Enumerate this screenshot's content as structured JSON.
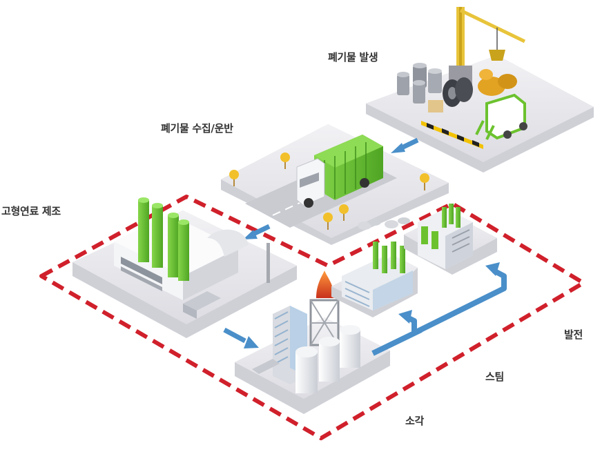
{
  "labels": {
    "waste_generation": "폐기물 발생",
    "collection_transport": "폐기물 수집/운반",
    "srf_manufacturing": "고형연료 제조",
    "power_generation": "발전",
    "steam": "스팀",
    "incineration": "소각"
  },
  "colors": {
    "boundary_dashed": "#d0202b",
    "flow_arrow": "#4a8fc9",
    "plant_green": "#6cc22e",
    "platform": "#e9e9ec",
    "text": "#333333"
  },
  "icons": [
    "crane-icon",
    "drum-barrels-icon",
    "tire-stack-icon",
    "forklift-icon",
    "garbage-truck-icon",
    "tree-icon",
    "srf-factory-icon",
    "chimney-icon",
    "incinerator-icon",
    "storage-tank-icon",
    "turbine-building-icon",
    "power-plant-icon"
  ]
}
